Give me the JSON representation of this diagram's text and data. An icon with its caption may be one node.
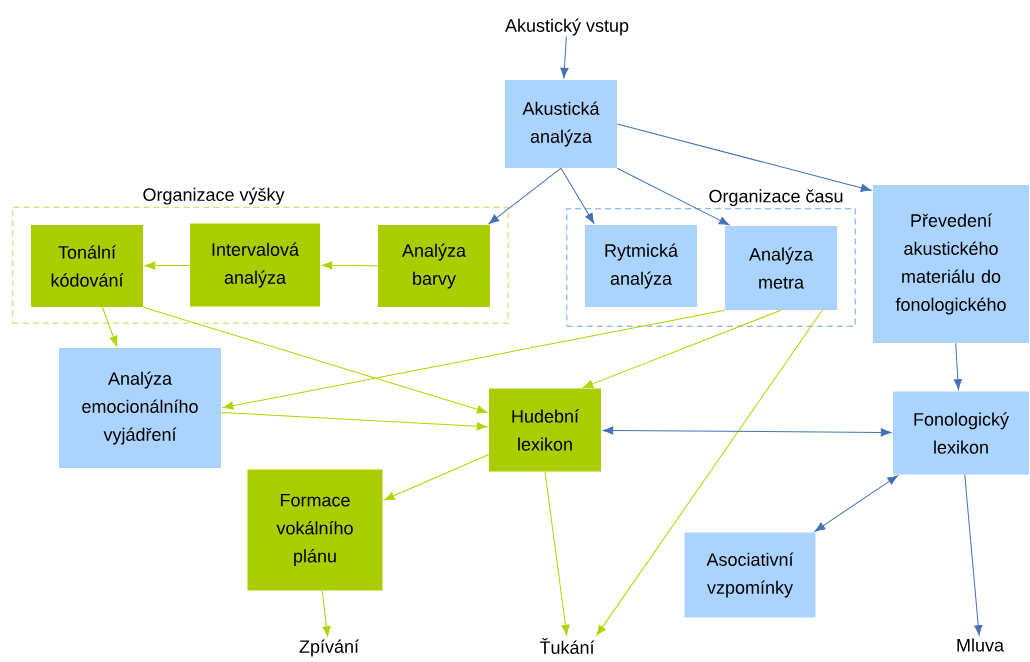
{
  "diagram": {
    "nodes": [
      {
        "text": [
          "Akustický vstup"
        ]
      },
      {
        "text": [
          "Akustická analýza"
        ]
      },
      {
        "text": [
          "Organizace výšky"
        ]
      },
      {
        "text": [
          "Tonální kódování"
        ],
        "in": 2
      },
      {
        "text": [
          "Intervalová analýza"
        ],
        "in": 2
      },
      {
        "text": [
          "Analýza barvy"
        ],
        "in": 2
      },
      {
        "text": [
          "Organizace času"
        ]
      },
      {
        "text": [
          "Rytmická analýza"
        ],
        "in": 6
      },
      {
        "text": [
          "Analýza metra"
        ],
        "in": 6
      },
      {
        "text": [
          "Převedení akustického materiálu do fonologického"
        ]
      },
      {
        "text": [
          "Analýza emocionálního vyjádření"
        ]
      },
      {
        "text": [
          "Hudební lexikon"
        ]
      },
      {
        "text": [
          "Fonologický lexikon"
        ]
      },
      {
        "text": [
          "Formace vokálního plánu"
        ]
      },
      {
        "text": [
          "Asociativní vzpomínky"
        ]
      },
      {
        "text": [
          "Zpívání"
        ]
      },
      {
        "text": [
          "Ťukání"
        ]
      },
      {
        "text": [
          "Mluva"
        ]
      }
    ],
    "edges": [
      {
        "from": 0,
        "to": 1,
        "arrow": "to",
        "color": "#4472b4"
      },
      {
        "from": 1,
        "to": 5,
        "arrow": "to",
        "color": "#4472b4"
      },
      {
        "from": 1,
        "to": 7,
        "arrow": "to",
        "color": "#4472b4"
      },
      {
        "from": 1,
        "to": 8,
        "arrow": "to",
        "color": "#4472b4"
      },
      {
        "from": 1,
        "to": 9,
        "arrow": "to",
        "color": "#4472b4"
      },
      {
        "from": 5,
        "to": 4,
        "arrow": "to"
      },
      {
        "from": 4,
        "to": 3,
        "arrow": "to"
      },
      {
        "from": 3,
        "to": 10,
        "arrow": "to"
      },
      {
        "from": 3,
        "to": 11,
        "arrow": "to"
      },
      {
        "from": 8,
        "to": 10,
        "arrow": "to"
      },
      {
        "from": 8,
        "to": 11,
        "arrow": "to"
      },
      {
        "from": 8,
        "to": 16,
        "arrow": "to"
      },
      {
        "from": 10,
        "to": 11,
        "arrow": "to"
      },
      {
        "from": 11,
        "to": 13,
        "arrow": "to"
      },
      {
        "from": 11,
        "to": 16,
        "arrow": "to"
      },
      {
        "from": 11,
        "to": 12,
        "arrow": "both",
        "color": "#4472b4"
      },
      {
        "from": 9,
        "to": 12,
        "arrow": "to",
        "color": "#4472b4"
      },
      {
        "from": 12,
        "to": 14,
        "arrow": "both",
        "color": "#4472b4"
      },
      {
        "from": 12,
        "to": 17,
        "arrow": "to",
        "color": "#4472b4"
      },
      {
        "from": 13,
        "to": 15,
        "arrow": "to"
      }
    ]
  }
}
